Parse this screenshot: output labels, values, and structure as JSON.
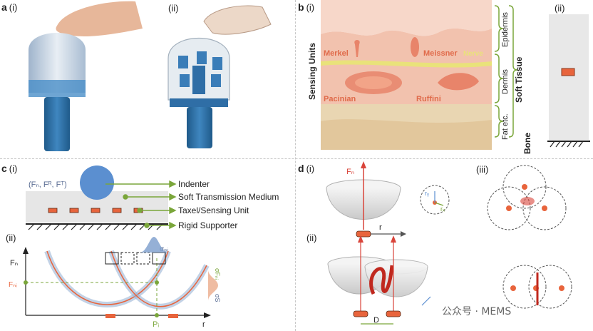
{
  "panels": {
    "a": {
      "letter": "a",
      "sub1": "(i)",
      "sub2": "(ii)"
    },
    "b": {
      "letter": "b",
      "sub1": "(i)",
      "sub2": "(ii)",
      "sensing_units": "Sensing Units",
      "merkel": "Merkel",
      "meissner": "Meissner",
      "nerve": "Nerve",
      "pacinian": "Pacinian",
      "ruffini": "Ruffini",
      "epidermis": "Epidermis",
      "dermis": "Dermis",
      "fat": "Fat etc.",
      "bone": "Bone",
      "soft_tissue": "Soft Tissue"
    },
    "c": {
      "letter": "c",
      "sub1": "(i)",
      "sub2": "(ii)",
      "forces": "(Fₙ, Fᴿ, Fᵀ)",
      "indenter": "Indenter",
      "medium": "Soft Transmission Medium",
      "taxel": "Taxel/Sensing Unit",
      "rigid": "Rigid Supporter",
      "fn_axis": "Fₙ",
      "fni": "Fₙᵢ",
      "sigma_pi": "σₚᵢ",
      "sigma_fni": "σFₙᵢ",
      "sigma_s": "σS",
      "pi": "Pᵢ",
      "r": "r"
    },
    "d": {
      "letter": "d",
      "sub1": "(i)",
      "sub2": "(ii)",
      "sub3": "(iii)",
      "fn": "Fₙ",
      "r": "r",
      "ry": "rᵧ",
      "rx": "rₓ",
      "D": "D"
    }
  },
  "watermark": "公众号 · MEMS",
  "colors": {
    "orange": "#e8643c",
    "blue_dome": "#3d7fb8",
    "skin_pink": "#f2c4b4",
    "nerve_yellow": "#e9e27a",
    "fat_tan": "#e9d6b2",
    "green_line": "#7aa63a",
    "red_arrow": "#d9443a",
    "gray_medium": "#e6e6e6"
  }
}
